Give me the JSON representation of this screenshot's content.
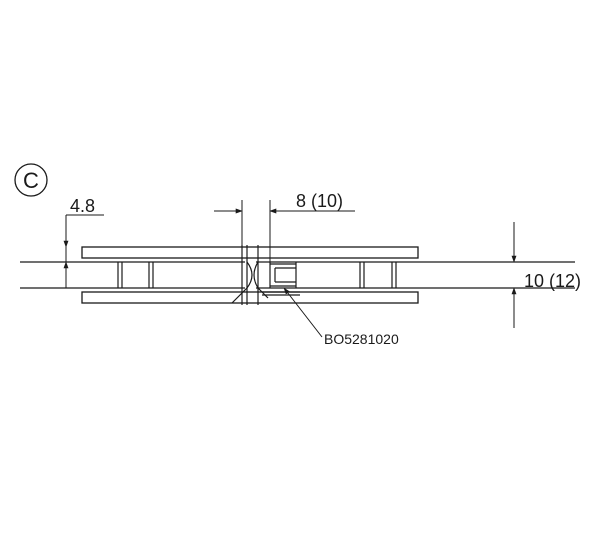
{
  "view_marker": "C",
  "dimensions": {
    "plate_offset": "4.8",
    "gap_width": "8 (10)",
    "glass_thickness": "10 (12)"
  },
  "part_label": "BO5281020",
  "colors": {
    "line": "#1a1a1a",
    "background": "#ffffff"
  }
}
